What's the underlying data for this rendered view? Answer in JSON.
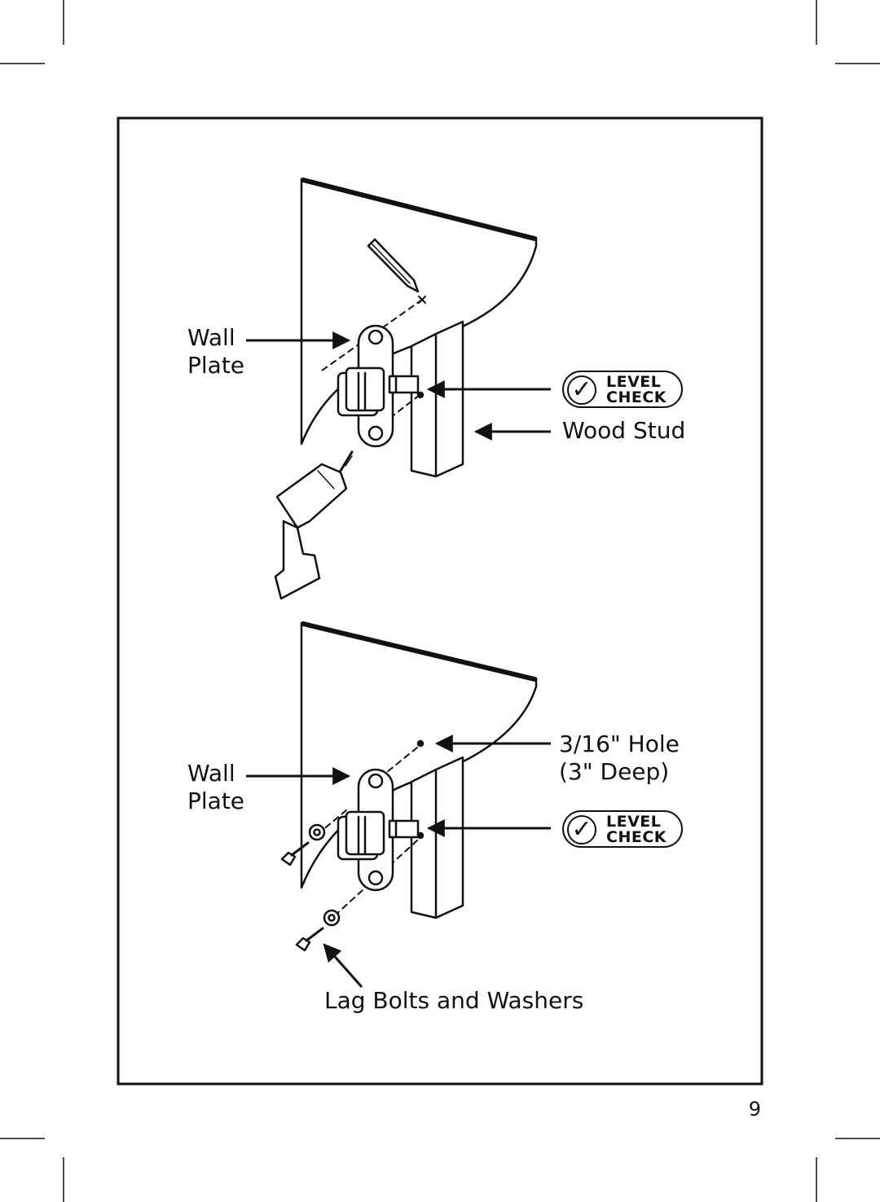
{
  "page_number": "9",
  "figure_1": {
    "wall_plate_label": "Wall\nPlate",
    "level_check": {
      "line1": "LEVEL",
      "line2": "CHECK",
      "icon": "check-icon"
    },
    "wood_stud_label": "Wood Stud"
  },
  "figure_2": {
    "wall_plate_label": "Wall\nPlate",
    "hole_label": "3/16\" Hole\n(3\" Deep)",
    "level_check": {
      "line1": "LEVEL",
      "line2": "CHECK",
      "icon": "check-icon"
    },
    "bolts_label": "Lag Bolts and Washers"
  },
  "colors": {
    "ink": "#111111",
    "paper": "#ffffff",
    "shade": "#d9d9d9"
  }
}
